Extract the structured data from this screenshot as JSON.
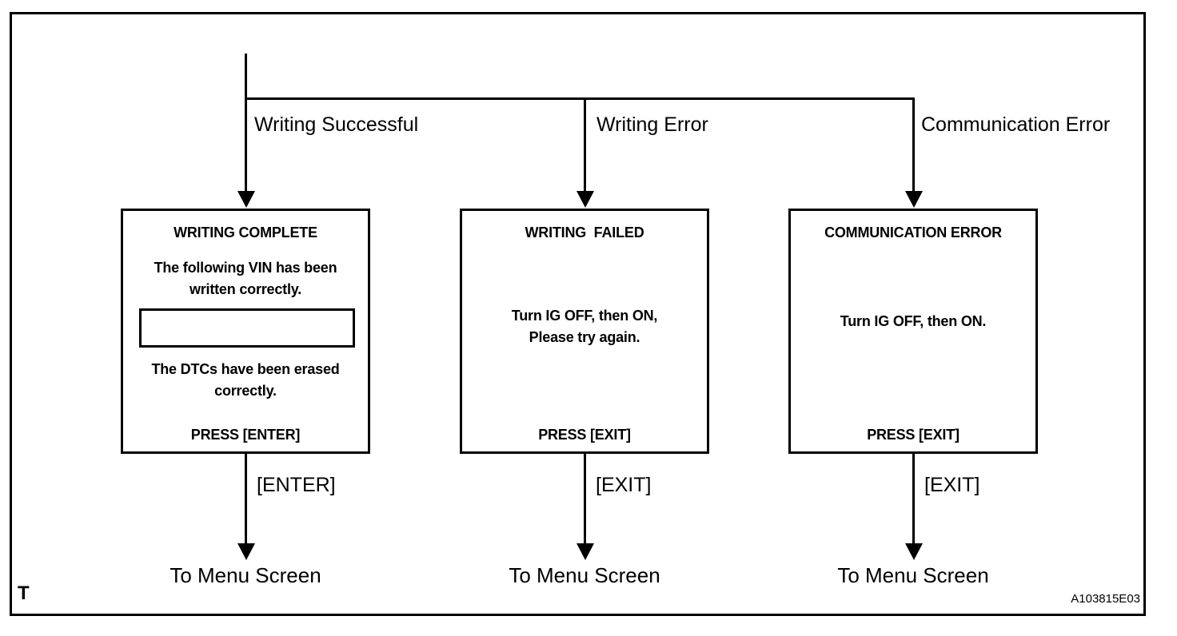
{
  "figure": {
    "code": "A103815E03",
    "corner_marker": "T"
  },
  "branches": [
    {
      "label": "Writing Successful",
      "screen": {
        "title": "WRITING COMPLETE",
        "message_top": "The following VIN has been\nwritten correctly.",
        "vin_field_value": "",
        "message_bottom": "The DTCs have been erased\ncorrectly.",
        "prompt": "PRESS [ENTER]"
      },
      "key": "[ENTER]",
      "destination": "To Menu Screen"
    },
    {
      "label": "Writing Error",
      "screen": {
        "title": "WRITING  FAILED",
        "message": "Turn IG OFF, then ON,\nPlease try again.",
        "prompt": "PRESS [EXIT]"
      },
      "key": "[EXIT]",
      "destination": "To Menu Screen"
    },
    {
      "label": "Communication Error",
      "screen": {
        "title": "COMMUNICATION ERROR",
        "message": "Turn IG OFF, then ON.",
        "prompt": "PRESS [EXIT]"
      },
      "key": "[EXIT]",
      "destination": "To Menu Screen"
    }
  ]
}
